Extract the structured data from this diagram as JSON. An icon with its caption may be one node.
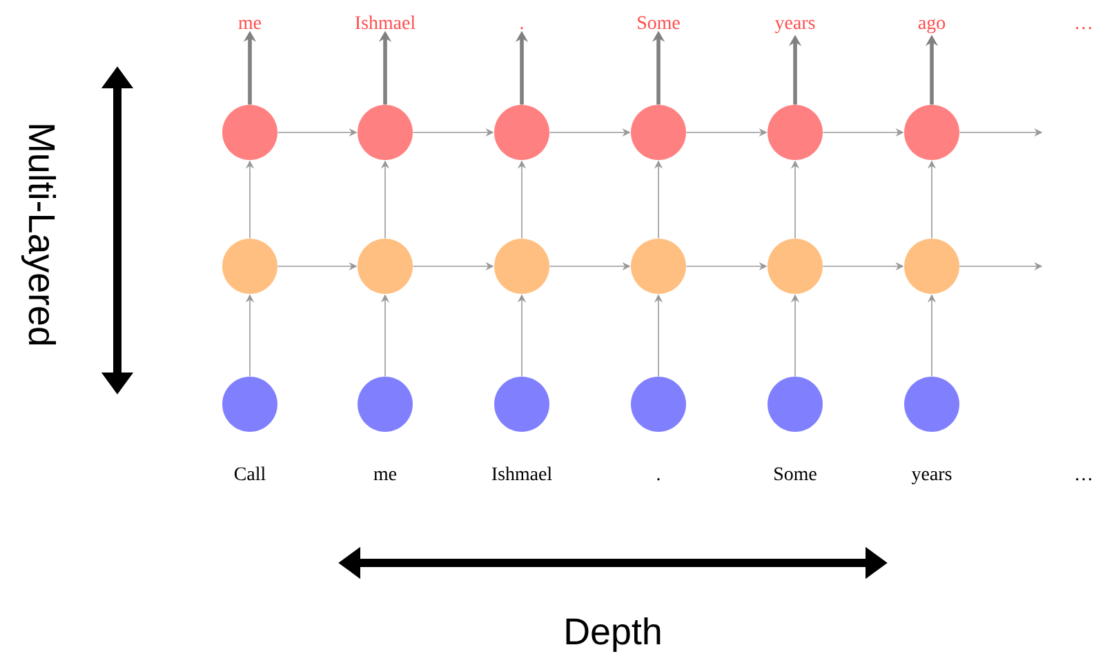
{
  "diagram": {
    "nodes": [
      {
        "text": [
          "me"
        ]
      },
      {
        "text": [
          "Ishmael"
        ]
      },
      {
        "text": [
          "."
        ]
      },
      {
        "text": [
          "Some"
        ]
      },
      {
        "text": [
          "years"
        ]
      },
      {
        "text": [
          "ago"
        ]
      },
      {
        "text": [],
        "shape": "circle"
      },
      {
        "text": [],
        "shape": "circle"
      },
      {
        "text": [],
        "shape": "circle"
      },
      {
        "text": [],
        "shape": "circle"
      },
      {
        "text": [],
        "shape": "circle"
      },
      {
        "text": [],
        "shape": "circle"
      },
      {
        "text": [],
        "shape": "circle"
      },
      {
        "text": [],
        "shape": "circle"
      },
      {
        "text": [],
        "shape": "circle"
      },
      {
        "text": [],
        "shape": "circle"
      },
      {
        "text": [],
        "shape": "circle"
      },
      {
        "text": [],
        "shape": "circle"
      },
      {
        "text": [],
        "shape": "circle"
      },
      {
        "text": [],
        "shape": "circle"
      },
      {
        "text": [],
        "shape": "circle"
      },
      {
        "text": [],
        "shape": "circle"
      },
      {
        "text": [],
        "shape": "circle"
      },
      {
        "text": [],
        "shape": "circle"
      }
    ],
    "edges": [
      {
        "from": 6,
        "to": 0,
        "arrow": "to",
        "style": "thick"
      },
      {
        "from": 7,
        "to": 1,
        "arrow": "to",
        "style": "thick"
      },
      {
        "from": 8,
        "to": 2,
        "arrow": "to",
        "style": "thick"
      },
      {
        "from": 9,
        "to": 3,
        "arrow": "to",
        "style": "thick"
      },
      {
        "from": 10,
        "to": 4,
        "arrow": "to",
        "style": "thick"
      },
      {
        "from": 11,
        "to": 5,
        "arrow": "to",
        "style": "thick"
      },
      {
        "from": 6,
        "to": 7,
        "arrow": "to"
      },
      {
        "from": 7,
        "to": 8,
        "arrow": "to"
      },
      {
        "from": 8,
        "to": 9,
        "arrow": "to"
      },
      {
        "from": 9,
        "to": 10,
        "arrow": "to"
      },
      {
        "from": 10,
        "to": 11,
        "arrow": "to"
      },
      {
        "from": 11,
        "to": null,
        "arrow": "to"
      },
      {
        "from": 12,
        "to": 6,
        "arrow": "to"
      },
      {
        "from": 13,
        "to": 7,
        "arrow": "to"
      },
      {
        "from": 14,
        "to": 8,
        "arrow": "to"
      },
      {
        "from": 15,
        "to": 9,
        "arrow": "to"
      },
      {
        "from": 16,
        "to": 10,
        "arrow": "to"
      },
      {
        "from": 17,
        "to": 11,
        "arrow": "to"
      },
      {
        "from": 12,
        "to": 13,
        "arrow": "to"
      },
      {
        "from": 13,
        "to": 14,
        "arrow": "to"
      },
      {
        "from": 14,
        "to": 15,
        "arrow": "to"
      },
      {
        "from": 15,
        "to": 16,
        "arrow": "to"
      },
      {
        "from": 16,
        "to": 17,
        "arrow": "to"
      },
      {
        "from": 17,
        "to": null,
        "arrow": "to"
      },
      {
        "from": 18,
        "to": 12,
        "arrow": "to"
      },
      {
        "from": 19,
        "to": 13,
        "arrow": "to"
      },
      {
        "from": 20,
        "to": 14,
        "arrow": "to"
      },
      {
        "from": 21,
        "to": 15,
        "arrow": "to"
      },
      {
        "from": 22,
        "to": 16,
        "arrow": "to"
      },
      {
        "from": 23,
        "to": 17,
        "arrow": "to"
      }
    ],
    "labels": [
      "…",
      "Multi-Layered",
      "Call",
      "me",
      "Ishmael",
      ".",
      "Some",
      "years",
      "…",
      "Depth"
    ]
  }
}
